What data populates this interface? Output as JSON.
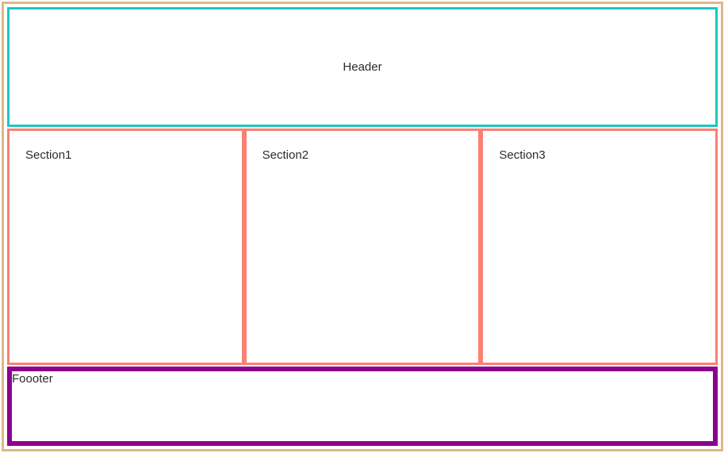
{
  "colors": {
    "page_border": "#DEB887",
    "header_border": "#1CC8C0",
    "section_border": "#FA8072",
    "footer_border": "#8B0190",
    "text": "#2b2b2b"
  },
  "header": {
    "label": "Header"
  },
  "sections": {
    "items": [
      {
        "label": "Section1"
      },
      {
        "label": "Section2"
      },
      {
        "label": "Section3"
      }
    ]
  },
  "footer": {
    "label": "Foooter"
  }
}
